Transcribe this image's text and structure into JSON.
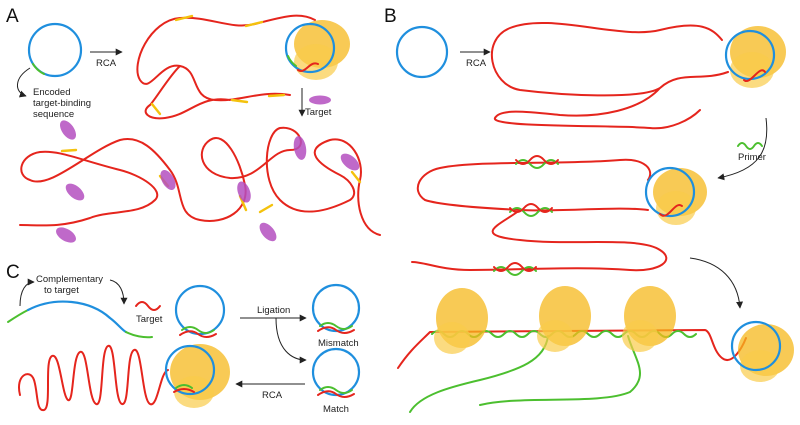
{
  "panels": {
    "a": {
      "letter": "A",
      "rca_label": "RCA",
      "encoded_label_lines": [
        "Encoded",
        "target-binding",
        "sequence"
      ],
      "target_label": "Target"
    },
    "b": {
      "letter": "B",
      "rca_label": "RCA",
      "primer_label": "Primer"
    },
    "c": {
      "letter": "C",
      "complementary_label_lines": [
        "Complementary",
        "to target"
      ],
      "target_label": "Target",
      "ligation_label": "Ligation",
      "mismatch_label": "Mismatch",
      "match_label": "Match",
      "rca_label": "RCA"
    }
  },
  "colors": {
    "strand": "#e5251d",
    "template_ring": "#1f8fde",
    "binding_site": "#f4c20d",
    "primer": "#4cbf2f",
    "polymerase": "#f6b81c",
    "target": "#b44fc0"
  }
}
